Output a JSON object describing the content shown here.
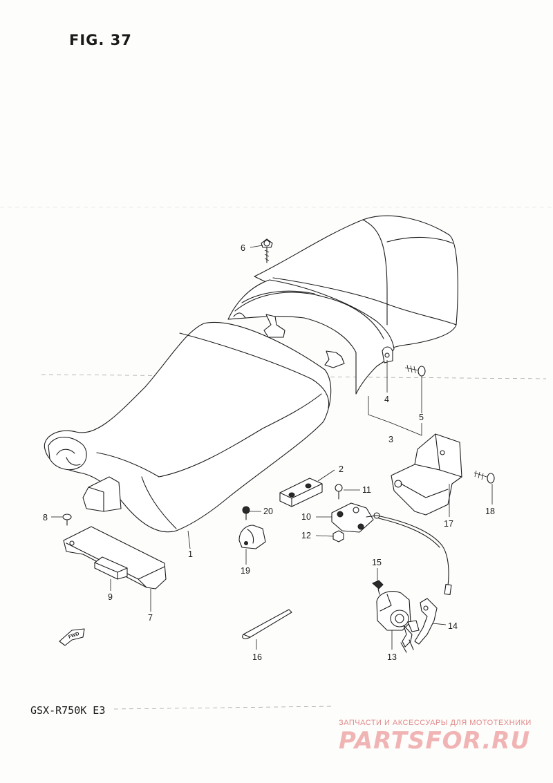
{
  "figure": {
    "title": "FIG. 37"
  },
  "footer": {
    "model": "GSX-R750K E3"
  },
  "parts": [
    {
      "id": "1",
      "label": "1"
    },
    {
      "id": "2",
      "label": "2"
    },
    {
      "id": "3",
      "label": "3"
    },
    {
      "id": "4",
      "label": "4"
    },
    {
      "id": "5",
      "label": "5"
    },
    {
      "id": "6",
      "label": "6"
    },
    {
      "id": "7",
      "label": "7"
    },
    {
      "id": "8",
      "label": "8"
    },
    {
      "id": "9",
      "label": "9"
    },
    {
      "id": "10",
      "label": "10"
    },
    {
      "id": "11",
      "label": "11"
    },
    {
      "id": "12",
      "label": "12"
    },
    {
      "id": "13",
      "label": "13"
    },
    {
      "id": "14",
      "label": "14"
    },
    {
      "id": "15",
      "label": "15"
    },
    {
      "id": "16",
      "label": "16"
    },
    {
      "id": "17",
      "label": "17"
    },
    {
      "id": "18",
      "label": "18"
    },
    {
      "id": "19",
      "label": "19"
    },
    {
      "id": "20",
      "label": "20"
    }
  ],
  "direction_marker": {
    "text": "FWD"
  },
  "watermark": {
    "tagline": "ЗАПЧАСТИ И АКСЕССУАРЫ ДЛЯ МОТОТЕХНИКИ",
    "logo": "PARTSFOR.RU",
    "color": "#e57373"
  }
}
